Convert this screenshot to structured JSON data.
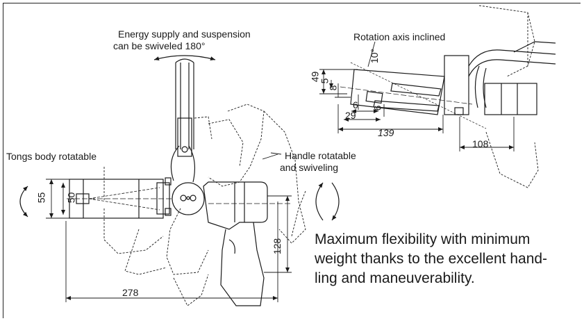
{
  "labels": {
    "energy_line1": "Energy supply and suspension",
    "energy_line2": "can be swiveled 180°",
    "rotation_axis": "Rotation axis inclined",
    "tongs_body": "Tongs body rotatable",
    "handle_line1": "Handle rotatable",
    "handle_line2": "and swiveling"
  },
  "description": {
    "line1": "Maximum flexibility with minimum",
    "line2": "weight thanks to the excellent hand-",
    "line3": "ling and maneuverability."
  },
  "dimensions": {
    "left_view": {
      "d55": "55",
      "d50": "50",
      "d278": "278",
      "d128": "128"
    },
    "right_view": {
      "d49": "49",
      "d5": "5",
      "d8": "8",
      "d10deg": "10°",
      "d6a": "6",
      "d6b": "6",
      "d29": "29",
      "d139": "139",
      "d108": "108"
    }
  },
  "colors": {
    "line": "#1a1a1a",
    "background": "#ffffff"
  }
}
